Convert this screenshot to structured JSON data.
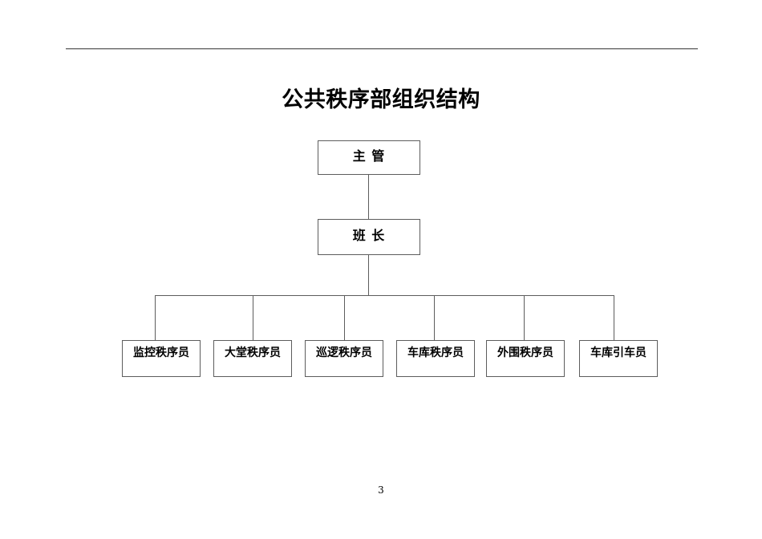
{
  "document": {
    "title": "公共秩序部组织结构",
    "page_number": "3",
    "header_rule_color": "#6f6f6f",
    "box_border_color": "#5d5d5d",
    "connector_color": "#5d5d5d",
    "background_color": "#ffffff",
    "text_color": "#000000"
  },
  "chart_data": {
    "type": "diagram",
    "subtype": "organization-chart",
    "title": "公共秩序部组织结构",
    "orientation": "top-down",
    "levels": 3,
    "nodes": [
      {
        "id": "n1",
        "label": "主    管",
        "level": 1,
        "parent": null
      },
      {
        "id": "n2",
        "label": "班    长",
        "level": 2,
        "parent": "n1"
      },
      {
        "id": "n3",
        "label": "监控秩序员",
        "level": 3,
        "parent": "n2"
      },
      {
        "id": "n4",
        "label": "大堂秩序员",
        "level": 3,
        "parent": "n2"
      },
      {
        "id": "n5",
        "label": "巡逻秩序员",
        "level": 3,
        "parent": "n2"
      },
      {
        "id": "n6",
        "label": "车库秩序员",
        "level": 3,
        "parent": "n2"
      },
      {
        "id": "n7",
        "label": "外围秩序员",
        "level": 3,
        "parent": "n2"
      },
      {
        "id": "n8",
        "label": "车库引车员",
        "level": 3,
        "parent": "n2"
      }
    ],
    "edges": [
      {
        "from": "n1",
        "to": "n2"
      },
      {
        "from": "n2",
        "to": "n3"
      },
      {
        "from": "n2",
        "to": "n4"
      },
      {
        "from": "n2",
        "to": "n5"
      },
      {
        "from": "n2",
        "to": "n6"
      },
      {
        "from": "n2",
        "to": "n7"
      },
      {
        "from": "n2",
        "to": "n8"
      }
    ]
  }
}
